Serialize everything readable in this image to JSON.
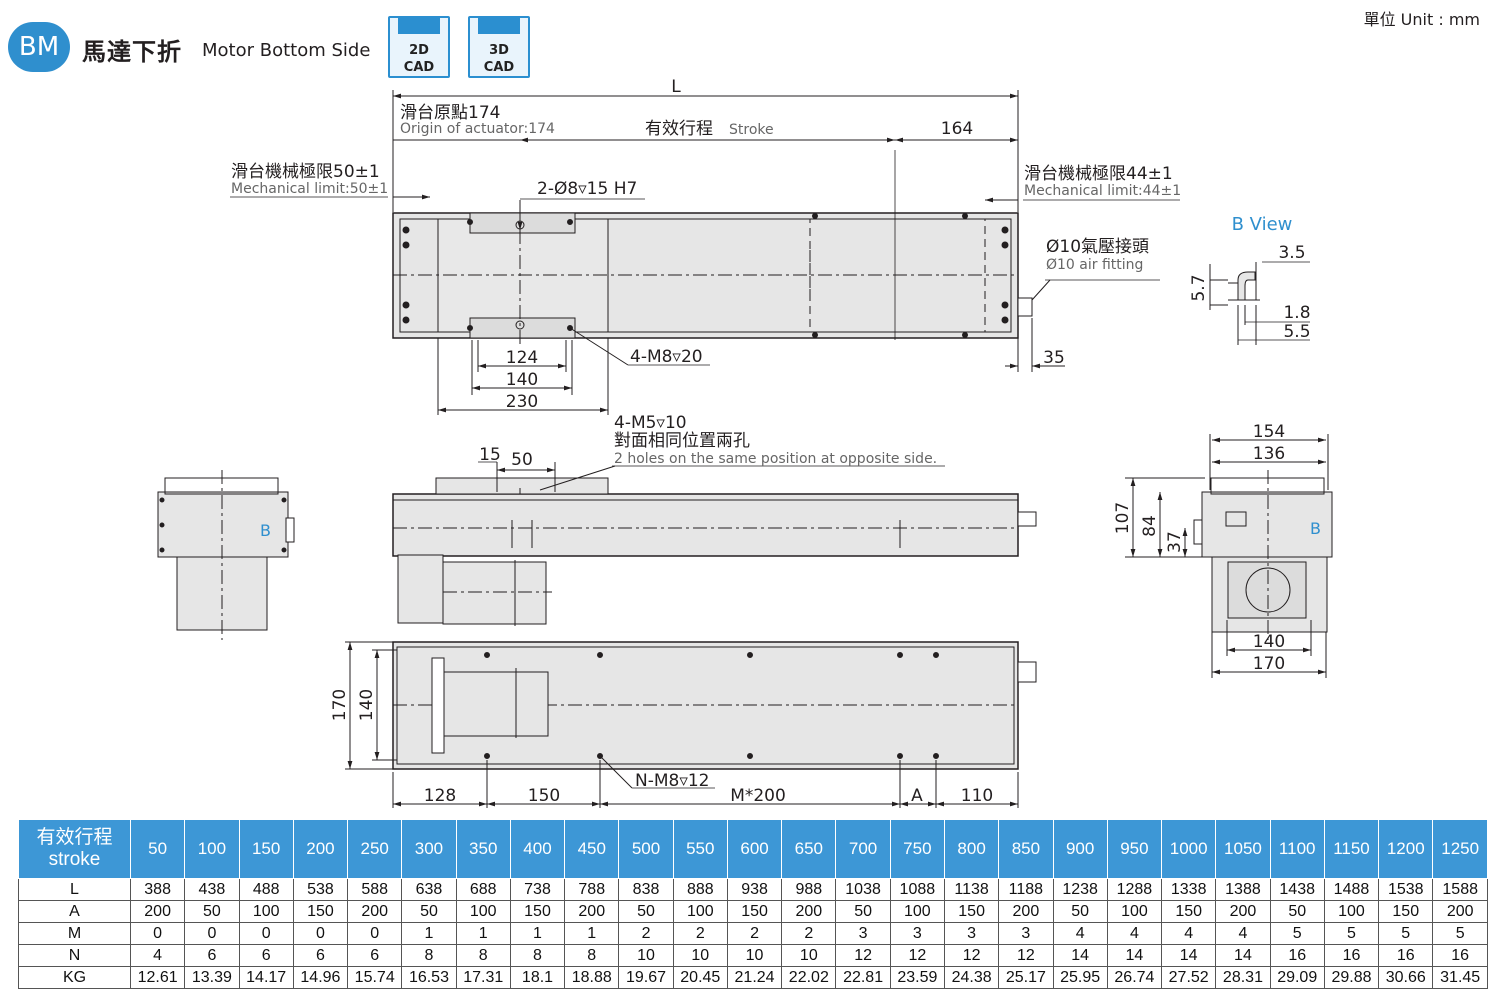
{
  "header": {
    "badge": "BM",
    "title_zh": "馬達下折",
    "title_en": "Motor Bottom Side",
    "cad_2d": [
      "2D",
      "CAD"
    ],
    "cad_3d": [
      "3D",
      "CAD"
    ],
    "unit": "單位 Unit : mm"
  },
  "top_view": {
    "L": "L",
    "origin_zh": "滑台原點174",
    "origin_en": "Origin of actuator:174",
    "stroke_zh": "有效行程",
    "stroke_en": "Stroke",
    "dim_164": "164",
    "mech_left_zh": "滑台機械極限50±1",
    "mech_left_en": "Mechanical limit:50±1",
    "mech_right_zh": "滑台機械極限44±1",
    "mech_right_en": "Mechanical limit:44±1",
    "pin_hole": "2-Ø8▿15 H7",
    "air_zh": "Ø10氣壓接頭",
    "air_en": "Ø10 air fitting",
    "tap": "4-M8▿20",
    "dim_124": "124",
    "dim_140": "140",
    "dim_230": "230",
    "dim_35": "35"
  },
  "b_view": {
    "title": "B View",
    "d35": "3.5",
    "d57": "5.7",
    "d18": "1.8",
    "d55": "5.5"
  },
  "side_view": {
    "m5_line1": "4-M5▿10",
    "m5_line2": "對面相同位置兩孔",
    "m5_line3": "2 holes on the same position at opposite side.",
    "dim_15": "15",
    "dim_50": "50",
    "b_label": "B"
  },
  "end_view": {
    "b_label": "B",
    "dim_154": "154",
    "dim_136": "136",
    "dim_107": "107",
    "dim_84": "84",
    "dim_37": "37",
    "dim_140": "140",
    "dim_170": "170"
  },
  "bottom_view": {
    "dim_170": "170",
    "dim_140": "140",
    "dim_128": "128",
    "dim_150": "150",
    "dim_m200": "M*200",
    "dim_a": "A",
    "dim_110": "110",
    "n_holes": "N-M8▿12"
  },
  "table": {
    "header_zh": "有效行程",
    "header_en": "stroke",
    "strokes": [
      "50",
      "100",
      "150",
      "200",
      "250",
      "300",
      "350",
      "400",
      "450",
      "500",
      "550",
      "600",
      "650",
      "700",
      "750",
      "800",
      "850",
      "900",
      "950",
      "1000",
      "1050",
      "1100",
      "1150",
      "1200",
      "1250"
    ],
    "rows": [
      {
        "label": "L",
        "values": [
          "388",
          "438",
          "488",
          "538",
          "588",
          "638",
          "688",
          "738",
          "788",
          "838",
          "888",
          "938",
          "988",
          "1038",
          "1088",
          "1138",
          "1188",
          "1238",
          "1288",
          "1338",
          "1388",
          "1438",
          "1488",
          "1538",
          "1588"
        ]
      },
      {
        "label": "A",
        "values": [
          "200",
          "50",
          "100",
          "150",
          "200",
          "50",
          "100",
          "150",
          "200",
          "50",
          "100",
          "150",
          "200",
          "50",
          "100",
          "150",
          "200",
          "50",
          "100",
          "150",
          "200",
          "50",
          "100",
          "150",
          "200"
        ]
      },
      {
        "label": "M",
        "values": [
          "0",
          "0",
          "0",
          "0",
          "0",
          "1",
          "1",
          "1",
          "1",
          "2",
          "2",
          "2",
          "2",
          "3",
          "3",
          "3",
          "3",
          "4",
          "4",
          "4",
          "4",
          "5",
          "5",
          "5",
          "5"
        ]
      },
      {
        "label": "N",
        "values": [
          "4",
          "6",
          "6",
          "6",
          "6",
          "8",
          "8",
          "8",
          "8",
          "10",
          "10",
          "10",
          "10",
          "12",
          "12",
          "12",
          "12",
          "14",
          "14",
          "14",
          "14",
          "16",
          "16",
          "16",
          "16"
        ]
      },
      {
        "label": "KG",
        "values": [
          "12.61",
          "13.39",
          "14.17",
          "14.96",
          "15.74",
          "16.53",
          "17.31",
          "18.1",
          "18.88",
          "19.67",
          "20.45",
          "21.24",
          "22.02",
          "22.81",
          "23.59",
          "24.38",
          "25.17",
          "25.95",
          "26.74",
          "27.52",
          "28.31",
          "29.09",
          "29.88",
          "30.66",
          "31.45"
        ]
      }
    ]
  },
  "colors": {
    "accent": "#2f8fce",
    "table_header": "#3d97d6",
    "body_fill": "#e6e6e6",
    "line": "#231f20"
  }
}
